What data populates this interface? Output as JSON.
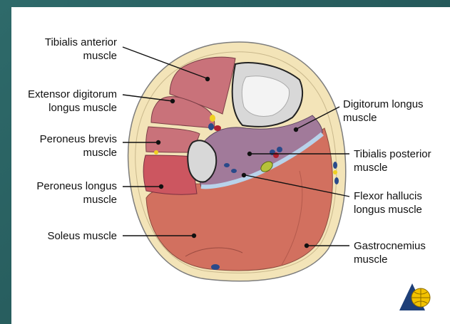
{
  "labels": {
    "tibialis_anterior": [
      "Tibialis anterior",
      "muscle"
    ],
    "extensor_digitorum": [
      "Extensor digitorum",
      "longus muscle"
    ],
    "peroneus_brevis": [
      "Peroneus brevis",
      "muscle"
    ],
    "peroneus_longus": [
      "Peroneus longus",
      "muscle"
    ],
    "soleus": [
      "Soleus muscle"
    ],
    "digitorum_longus": [
      "Digitorum longus",
      "muscle"
    ],
    "tibialis_posterior": [
      "Tibialis posterior",
      "muscle"
    ],
    "flexor_hallucis": [
      "Flexor hallucis",
      "longus muscle"
    ],
    "gastrocnemius": [
      "Gastrocnemius",
      "muscle"
    ]
  },
  "colors": {
    "skin": "#f3e4b8",
    "skin_edge": "#8a8a8a",
    "anterior_muscle": "#c9727a",
    "peroneus_longus": "#cc5660",
    "deep_posterior": "#a17a9a",
    "posterior_muscle": "#d2705f",
    "bone": "#d8d8d8",
    "fascia": "#b8d2ea"
  }
}
